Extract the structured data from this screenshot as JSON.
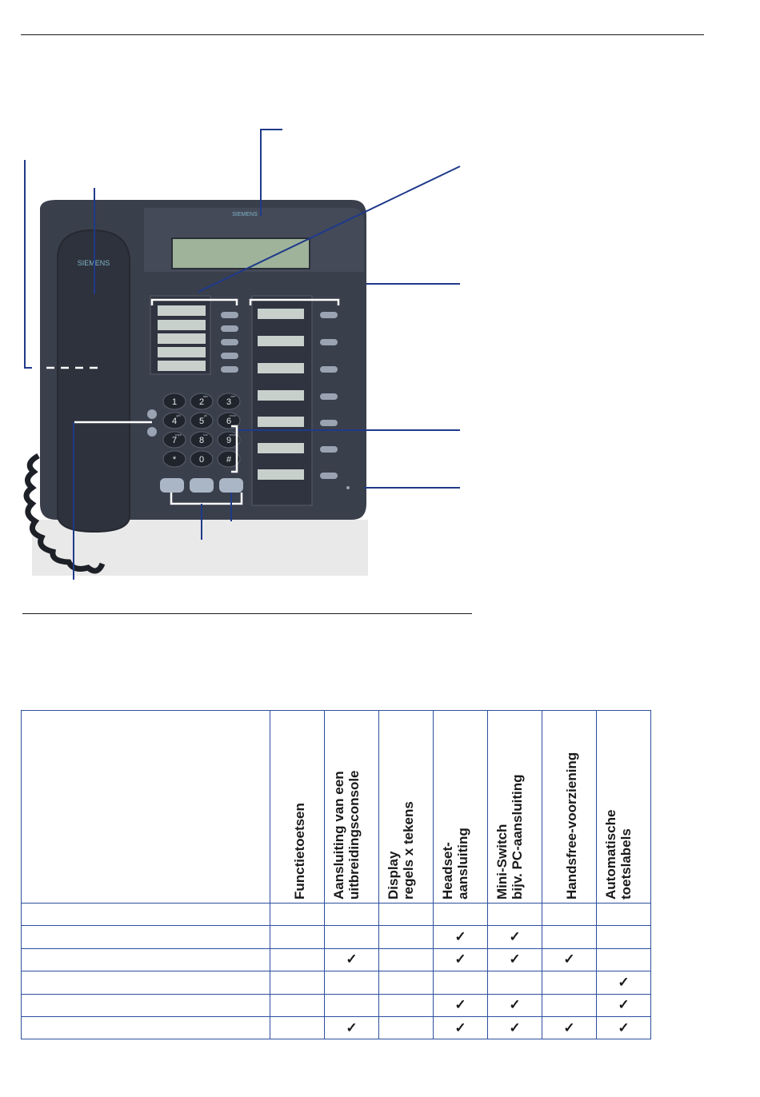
{
  "table": {
    "columns": [
      {
        "lines": [
          "Functietoetsen"
        ]
      },
      {
        "lines": [
          "Aansluiting van een",
          "uitbreidingsconsole"
        ]
      },
      {
        "lines": [
          "Display",
          "regels x tekens"
        ]
      },
      {
        "lines": [
          "Headset-",
          "aansluiting"
        ]
      },
      {
        "lines": [
          "Mini-Switch",
          "bijv. PC-aansluiting"
        ]
      },
      {
        "lines": [
          "Handsfree-voorziening"
        ]
      },
      {
        "lines": [
          "Automatische",
          "toetslabels"
        ]
      }
    ],
    "rows": [
      {
        "model": "",
        "cells": [
          "",
          "",
          "",
          "",
          "",
          "",
          ""
        ]
      },
      {
        "model": "",
        "cells": [
          "",
          "",
          "",
          "✓",
          "✓",
          "",
          ""
        ]
      },
      {
        "model": "",
        "cells": [
          "",
          "✓",
          "",
          "✓",
          "✓",
          "✓",
          ""
        ]
      },
      {
        "model": "",
        "cells": [
          "",
          "",
          "",
          "",
          "",
          "",
          "✓"
        ]
      },
      {
        "model": "",
        "cells": [
          "",
          "",
          "",
          "✓",
          "✓",
          "",
          "✓"
        ]
      },
      {
        "model": "",
        "cells": [
          "",
          "✓",
          "",
          "✓",
          "✓",
          "✓",
          "✓"
        ]
      }
    ]
  },
  "phone": {
    "brand_handset": "SIEMENS",
    "brand_body": "SIEMENS",
    "keypad": [
      {
        "digit": "1",
        "letters": ""
      },
      {
        "digit": "2",
        "letters": "abc"
      },
      {
        "digit": "3",
        "letters": "def"
      },
      {
        "digit": "4",
        "letters": "ghi"
      },
      {
        "digit": "5",
        "letters": "jkl"
      },
      {
        "digit": "6",
        "letters": "mno"
      },
      {
        "digit": "7",
        "letters": "pqrs"
      },
      {
        "digit": "8",
        "letters": "tuv"
      },
      {
        "digit": "9",
        "letters": "wxyz"
      },
      {
        "digit": "*",
        "letters": ""
      },
      {
        "digit": "0",
        "letters": ""
      },
      {
        "digit": "#",
        "letters": ""
      }
    ]
  },
  "colors": {
    "phone_body": "#3a3f4c",
    "callout": "#1f3a8a",
    "table_border": "#2c4f9e",
    "display": "#9fb39a"
  }
}
